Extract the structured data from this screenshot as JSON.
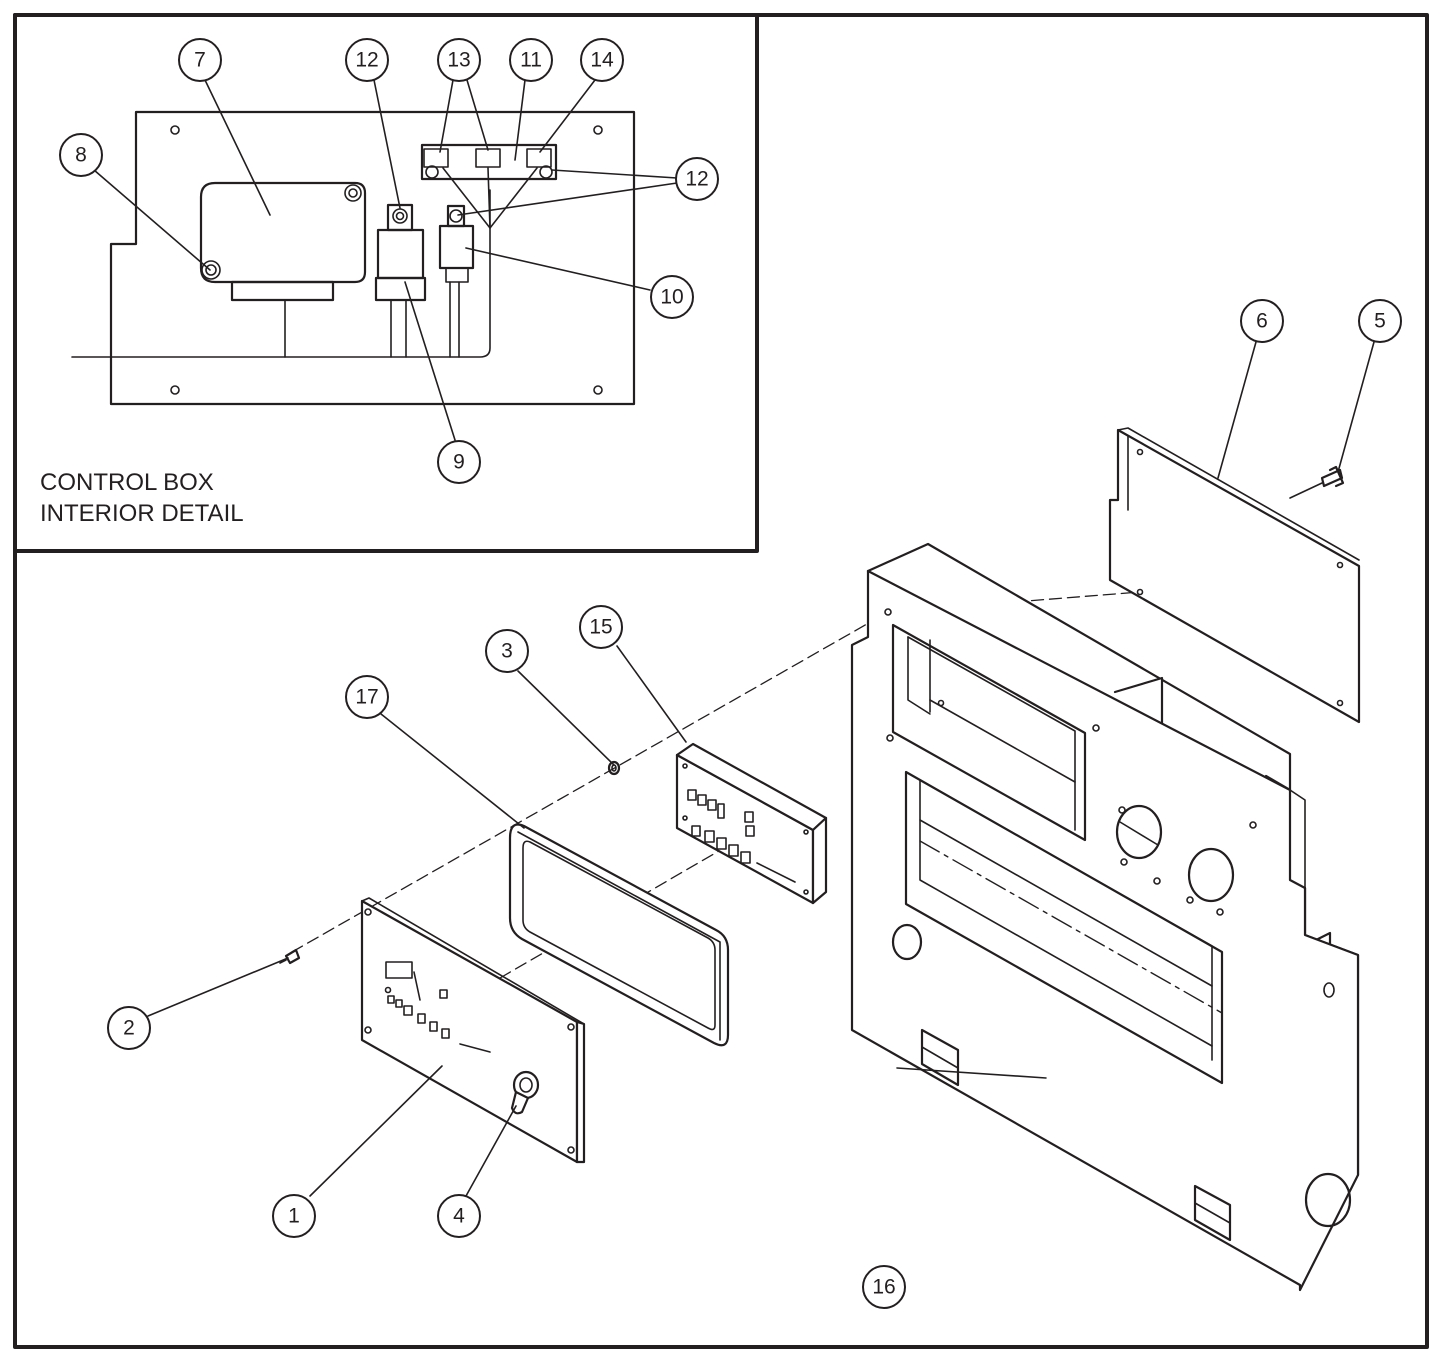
{
  "caption": {
    "line1": "CONTROL BOX",
    "line2": "INTERIOR DETAIL"
  },
  "callouts": [
    {
      "id": "c7",
      "label": "7"
    },
    {
      "id": "c12a",
      "label": "12"
    },
    {
      "id": "c13",
      "label": "13"
    },
    {
      "id": "c11",
      "label": "11"
    },
    {
      "id": "c14",
      "label": "14"
    },
    {
      "id": "c8",
      "label": "8"
    },
    {
      "id": "c12b",
      "label": "12"
    },
    {
      "id": "c10",
      "label": "10"
    },
    {
      "id": "c9",
      "label": "9"
    },
    {
      "id": "c6",
      "label": "6"
    },
    {
      "id": "c5",
      "label": "5"
    },
    {
      "id": "c15",
      "label": "15"
    },
    {
      "id": "c3",
      "label": "3"
    },
    {
      "id": "c17",
      "label": "17"
    },
    {
      "id": "c2",
      "label": "2"
    },
    {
      "id": "c1",
      "label": "1"
    },
    {
      "id": "c4",
      "label": "4"
    },
    {
      "id": "c16",
      "label": "16"
    }
  ]
}
